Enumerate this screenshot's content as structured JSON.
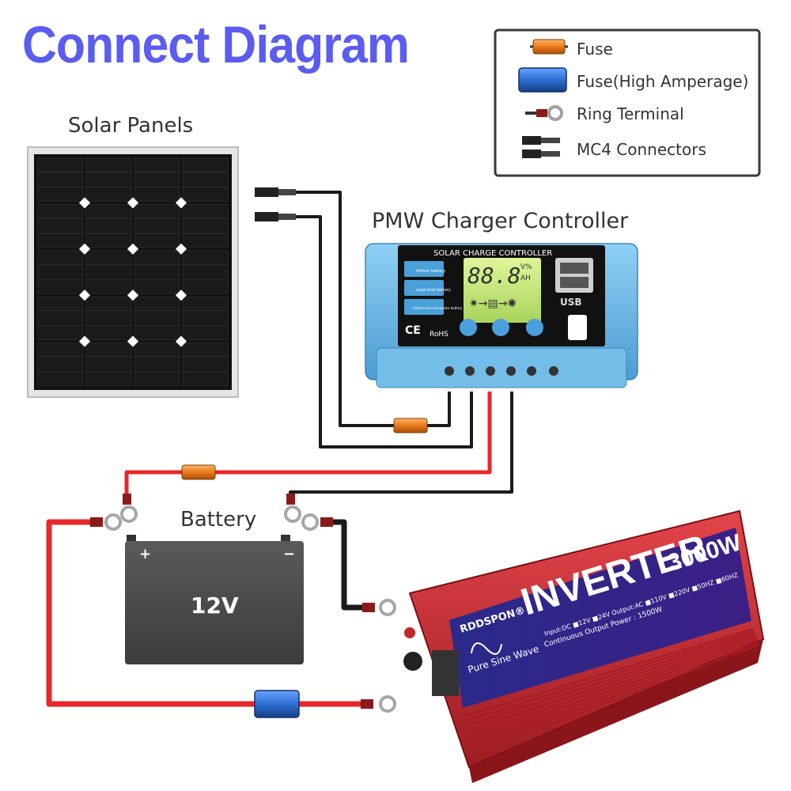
{
  "title": "Connect Diagram",
  "labels": {
    "solar_panels": "Solar Panels",
    "controller": "PMW Charger Controller",
    "battery": "Battery"
  },
  "legend": {
    "fuse": "Fuse",
    "fuse_high": "Fuse(High Amperage)",
    "ring_terminal": "Ring Terminal",
    "mc4": "MC4 Connectors"
  },
  "controller": {
    "header": "SOLAR CHARGE CONTROLLER",
    "display": "88.8",
    "unit_top": "V%",
    "unit_bottom": "AH",
    "battery_types": [
      "lithium battery",
      "Lead acid battery",
      "Lithium iron phosphate battery"
    ],
    "usb": "USB"
  },
  "battery": {
    "voltage": "12V",
    "pos": "+",
    "neg": "−"
  },
  "inverter": {
    "brand": "RDDSPON®",
    "title": "INVERTER",
    "power": "3000W",
    "specs": "Input:DC ■12V ■24V  Output:AC ■110V ■220V ■50HZ ■60HZ",
    "cont_power": "Continuous Output Power : 1500W",
    "wave": "Pure Sine Wave"
  },
  "colors": {
    "title": "#5b5cf0",
    "wire_red": "#e8272a",
    "wire_black": "#1a1a1a",
    "controller_blue": "#6ab6e4",
    "inverter_red": "#cf2b32",
    "fuse_orange": "#e97a1c",
    "fuse_blue": "#2c6fd1"
  }
}
